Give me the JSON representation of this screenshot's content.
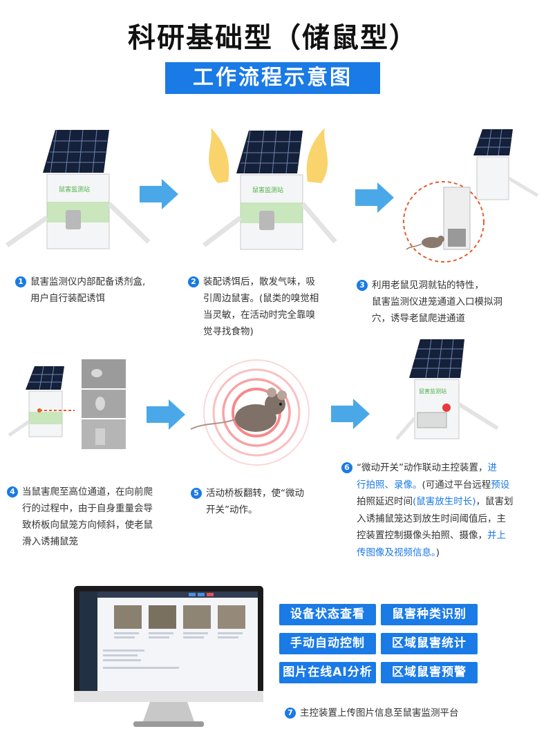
{
  "title": "科研基础型（储鼠型）",
  "subtitle": "工作流程示意图",
  "device_label": "鼠害监测站",
  "steps": [
    {
      "num": "1",
      "lines": [
        "鼠害监测仪内部配备诱剂盒,",
        "用户自行装配诱饵"
      ]
    },
    {
      "num": "2",
      "lines": [
        "装配诱饵后，散发气味，吸",
        "引周边鼠害。(鼠类的嗅觉相",
        "当灵敏，在活动时完全靠嗅",
        "觉寻找食物)"
      ]
    },
    {
      "num": "3",
      "lines": [
        "利用老鼠见洞就钻的特性，",
        "鼠害监测仪进笼通道入口模拟洞",
        "穴，诱导老鼠爬进通道"
      ]
    },
    {
      "num": "4",
      "lines": [
        "当鼠害爬至高位通道，在向前爬",
        "行的过程中，由于自身重量会导",
        "致桥板向鼠笼方向倾斜，使老鼠",
        "滑入诱捕鼠笼"
      ]
    },
    {
      "num": "5",
      "lines": [
        "活动桥板翻转，使“微动",
        "开关”动作。"
      ]
    },
    {
      "num": "6",
      "l1a": "“微动开关”动作联动主控装置，",
      "l1b": "进",
      "l2a": "行拍照、录像。",
      "l2b": "(可通过平台远程",
      "l2c": "预设",
      "l3a": "拍照延迟时间",
      "l3b": "(鼠害放生时长)",
      "l3c": "，鼠害划",
      "l4": "入诱捕鼠笼达到放生时间阈值后，主",
      "l5a": "控装置控制摄像头拍照、摄像，",
      "l5b": "并上",
      "l6a": "传图像及视频信息。",
      "l6b": ")"
    }
  ],
  "features": [
    "设备状态查看",
    "鼠害种类识别",
    "手动自动控制",
    "区域鼠害统计",
    "图片在线AI分析",
    "区域鼠害预警"
  ],
  "caption7": {
    "num": "7",
    "text": "主控装置上传图片信息至鼠害监测平台"
  },
  "colors": {
    "accent": "#1a7ae6",
    "arrow": "#4aa8e8",
    "green": "#5cc45c",
    "halo": "#f2474b",
    "flame": "#f7c948",
    "leader": "#e85a2a"
  }
}
